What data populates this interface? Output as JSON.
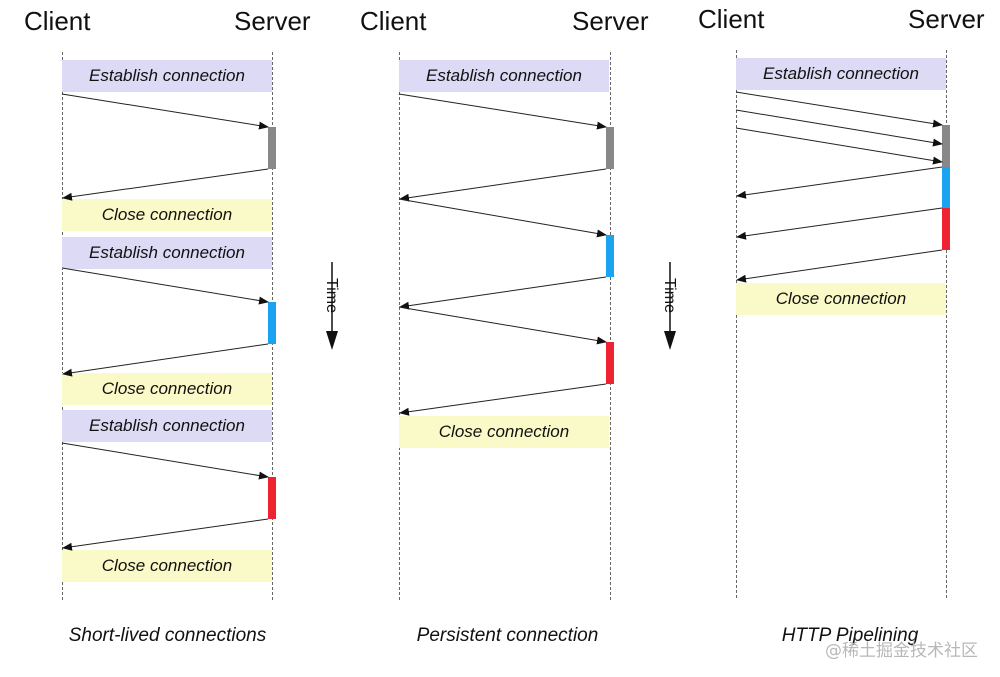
{
  "diagrams": [
    {
      "client": "Client",
      "server": "Server",
      "caption": "Short-lived connections",
      "boxes": [
        {
          "type": "establish",
          "label": "Establish connection"
        },
        {
          "type": "close",
          "label": "Close connection"
        },
        {
          "type": "establish",
          "label": "Establish connection"
        },
        {
          "type": "close",
          "label": "Close connection"
        },
        {
          "type": "establish",
          "label": "Establish connection"
        },
        {
          "type": "close",
          "label": "Close connection"
        }
      ]
    },
    {
      "client": "Client",
      "server": "Server",
      "caption": "Persistent connection",
      "boxes": [
        {
          "type": "establish",
          "label": "Establish connection"
        },
        {
          "type": "close",
          "label": "Close connection"
        }
      ]
    },
    {
      "client": "Client",
      "server": "Server",
      "caption": "HTTP Pipelining",
      "boxes": [
        {
          "type": "establish",
          "label": "Establish connection"
        },
        {
          "type": "close",
          "label": "Close connection"
        }
      ]
    }
  ],
  "time_label": "Time",
  "watermark": "@稀土掘金技术社区",
  "colors": {
    "establish_fill": "#dcdaf5",
    "close_fill": "#fafac8",
    "bar_gray": "#888888",
    "bar_blue": "#1aa3f0",
    "bar_red": "#ee2230"
  }
}
